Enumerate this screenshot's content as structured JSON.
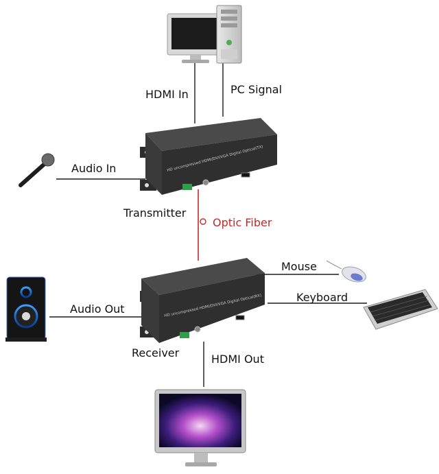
{
  "labels": {
    "hdmi_in": "HDMI In",
    "pc_signal": "PC Signal",
    "audio_in": "Audio In",
    "transmitter": "Transmitter",
    "optic_fiber": "Optic Fiber",
    "mouse": "Mouse",
    "keyboard": "Keyboard",
    "audio_out": "Audio Out",
    "receiver": "Receiver",
    "hdmi_out": "HDMI Out"
  },
  "device_text": {
    "transmitter_panel": "HD uncompressed HDMI/DVI/VGA Digital Optical(TX)",
    "receiver_panel": "HD uncompressed HDMI/DVI/VGA Digital Optical(RX)"
  },
  "colors": {
    "line": "#1a1a1a",
    "fiber": "#c62828",
    "device_body": "#3a3a3a",
    "device_top": "#4a4a4a",
    "terminal": "#2e9e4a"
  },
  "icons": {
    "monitor": "pc-monitor-icon",
    "tower": "pc-tower-icon",
    "microphone": "microphone-icon",
    "speaker": "speaker-icon",
    "mouse": "mouse-icon",
    "keyboard": "keyboard-icon",
    "display": "display-monitor-icon"
  }
}
